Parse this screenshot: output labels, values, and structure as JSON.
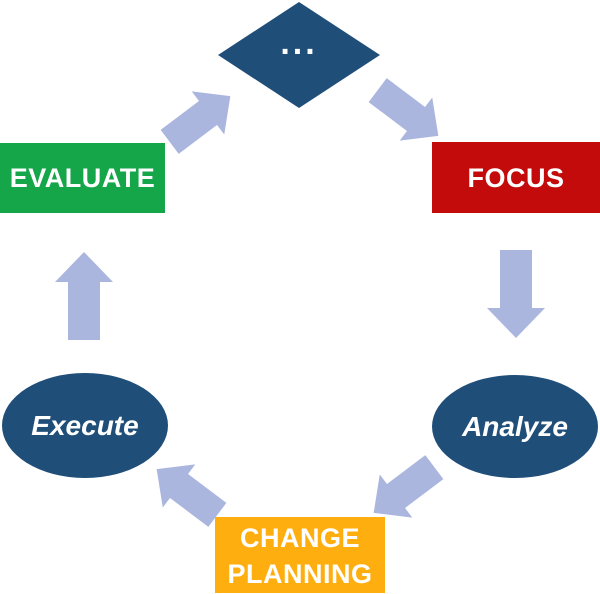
{
  "colors": {
    "navy": "#1F4E79",
    "green": "#14A649",
    "red": "#C30B0B",
    "orange": "#FFAE10",
    "arrow": "#ABB6DF",
    "label_text": "#FFFFFF"
  },
  "nodes": {
    "start": {
      "label": "...",
      "shape": "diamond"
    },
    "focus": {
      "label": "FOCUS",
      "shape": "rectangle"
    },
    "analyze": {
      "label": "Analyze",
      "shape": "ellipse"
    },
    "change_planning": {
      "label": "CHANGE PLANNING",
      "shape": "rectangle"
    },
    "execute": {
      "label": "Execute",
      "shape": "ellipse"
    },
    "evaluate": {
      "label": "EVALUATE",
      "shape": "rectangle"
    }
  },
  "cycle_order": [
    "start",
    "focus",
    "analyze",
    "change_planning",
    "execute",
    "evaluate"
  ]
}
